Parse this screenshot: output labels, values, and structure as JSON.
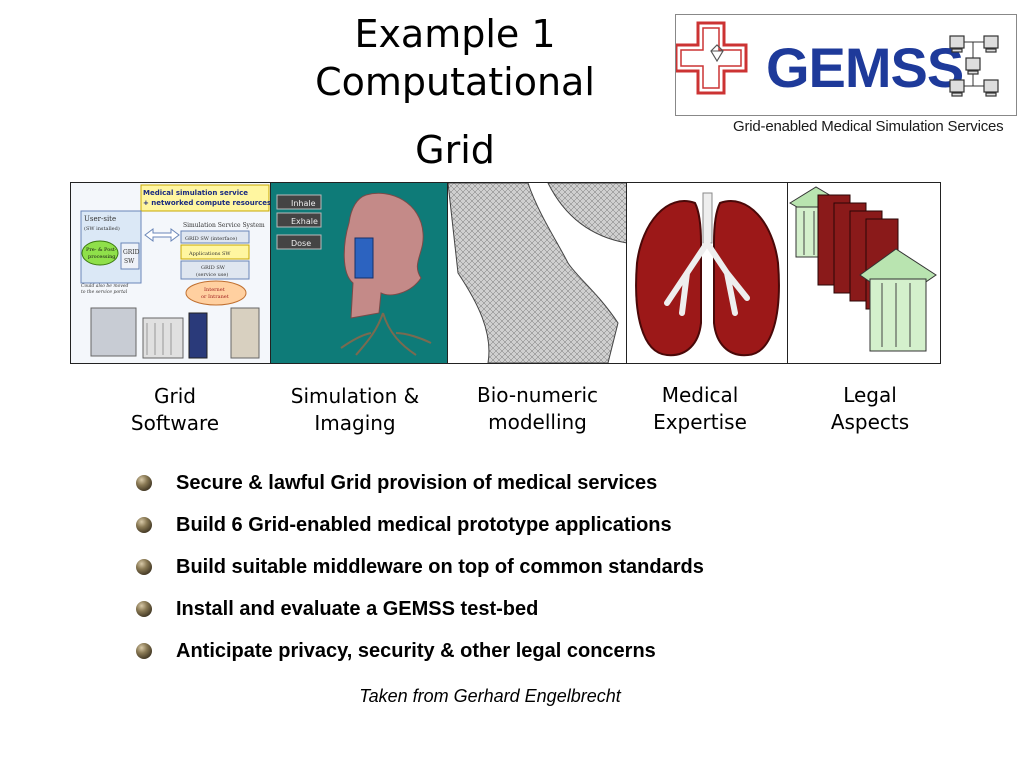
{
  "title": {
    "line1": "Example 1",
    "line2": "Computational",
    "line3": "Grid"
  },
  "logo": {
    "word": "GEMSS",
    "subtitle": "Grid-enabled Medical Simulation Services",
    "accent": "#1e3a9a",
    "cross_color": "#cc3333"
  },
  "panels": {
    "grid_software": {
      "banner_line1": "Medical simulation service",
      "banner_line2": "+ networked compute resources",
      "user_site": "User-site",
      "sw_installed": "(SW installed)",
      "pre_post": "Pre- & Post-",
      "processing": "processing",
      "grid_sw": "GRID",
      "sw": "SW",
      "sim_service": "Simulation Service System",
      "interface": "GRID SW (interface)",
      "applications": "Applications SW",
      "grid_sw2": "GRID SW",
      "service_use": "(service use)",
      "internet": "Internet",
      "or_internet": "or Intranet",
      "could_move": "Could also be moved",
      "to_service": "to the service portal"
    },
    "simulation": {
      "btn1": "Inhale",
      "btn2": "Exhale",
      "btn3": "Dose"
    }
  },
  "captions": {
    "c1": {
      "line1": "Grid",
      "line2": "Software"
    },
    "c2": {
      "line1": "Simulation &",
      "line2": "Imaging"
    },
    "c3": {
      "line1": "Bio-numeric",
      "line2": "modelling"
    },
    "c4": {
      "line1": "Medical",
      "line2": "Expertise"
    },
    "c5": {
      "line1": "Legal",
      "line2": "Aspects"
    }
  },
  "bullets": [
    "Secure & lawful Grid provision of medical services",
    "Build 6 Grid-enabled medical prototype applications",
    "Build suitable middleware on top of common standards",
    "Install and evaluate a GEMSS test-bed",
    "Anticipate privacy, security & other legal concerns"
  ],
  "credit": "Taken from Gerhard Engelbrecht"
}
